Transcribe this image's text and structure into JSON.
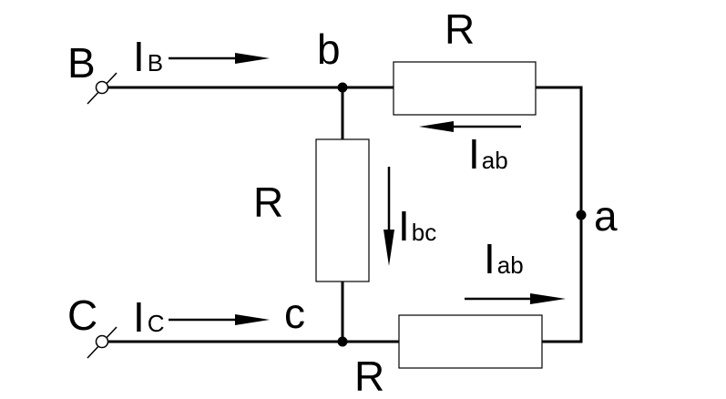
{
  "terminals": {
    "B": "B",
    "C": "C"
  },
  "nodes": {
    "a": "a",
    "b": "b",
    "c": "c"
  },
  "resistors": {
    "ab": "R",
    "bc": "R",
    "ca": "R"
  },
  "currents": {
    "IB": {
      "main": "I",
      "sub": "B"
    },
    "IC": {
      "main": "I",
      "sub": "C"
    },
    "Iab_top": {
      "main": "I",
      "sub": "ab"
    },
    "Ibc": {
      "main": "I",
      "sub": "bc"
    },
    "Iab_bottom": {
      "main": "I",
      "sub": "ab"
    }
  }
}
